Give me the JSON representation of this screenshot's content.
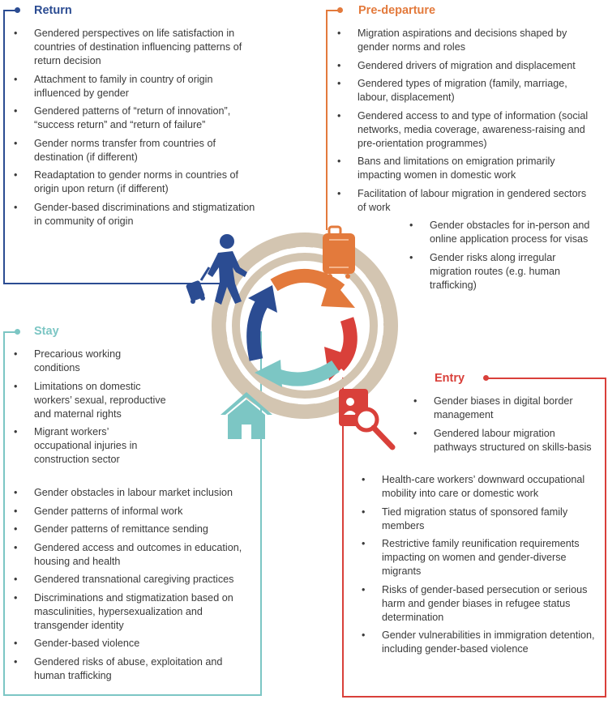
{
  "colors": {
    "return": "#2b4c92",
    "pre_departure": "#e37a3c",
    "entry": "#d9403a",
    "stay": "#7cc6c4",
    "road": "#d3c5b1"
  },
  "return": {
    "title": "Return",
    "items": [
      "Gendered perspectives on life satisfaction in countries of destination influencing patterns of return decision",
      "Attachment to family in country of origin influenced by gender",
      "Gendered patterns of “return of innovation”, “success return” and “return of failure”",
      "Gender norms transfer from countries of destination (if different)",
      "Readaptation to gender norms in countries of origin upon return (if different)",
      "Gender-based discriminations and stigmatization in community of origin"
    ]
  },
  "pre_departure": {
    "title": "Pre-departure",
    "items": [
      "Migration aspirations and decisions shaped by gender norms and roles",
      "Gendered drivers of migration and displacement",
      "Gendered types of migration (family, marriage, labour, displacement)",
      "Gendered access to and type of information (social networks, media coverage, awareness-raising and pre-orientation programmes)",
      "Bans and limitations on emigration primarily impacting women in domestic work",
      "Facilitation of labour migration in gendered sectors of work"
    ],
    "sub_items": [
      "Gender obstacles for in-person and online application process for visas",
      "Gender risks along irregular migration routes (e.g. human trafficking)"
    ]
  },
  "stay": {
    "title": "Stay",
    "items": [
      "Precarious working conditions",
      "Limitations on domestic workers’ sexual, reproductive and maternal rights",
      "Migrant workers’ occupational injuries in construction sector",
      "Gender obstacles in labour market inclusion",
      "Gender patterns of informal work",
      "Gender patterns of remittance sending",
      "Gendered access and outcomes in education, housing and health",
      "Gendered transnational caregiving practices",
      "Discriminations and stigmatization based on masculinities, hypersexualization and transgender identity",
      "Gender-based violence",
      "Gendered risks of abuse, exploitation and human trafficking"
    ]
  },
  "entry": {
    "title": "Entry",
    "sub_items": [
      "Gender biases in digital border management",
      "Gendered labour migration pathways structured on skills-basis"
    ],
    "items": [
      "Health-care workers’ downward occupational mobility into care or domestic work",
      "Tied migration status of sponsored family members",
      "Restrictive family reunification requirements impacting on women and gender-diverse migrants",
      "Risks of gender-based persecution or serious harm and gender biases in refugee status determination",
      "Gender vulnerabilities in immigration detention, including gender-based violence"
    ]
  },
  "icons": [
    "traveller-icon",
    "suitcase-icon",
    "passport-search-icon",
    "house-icon"
  ]
}
